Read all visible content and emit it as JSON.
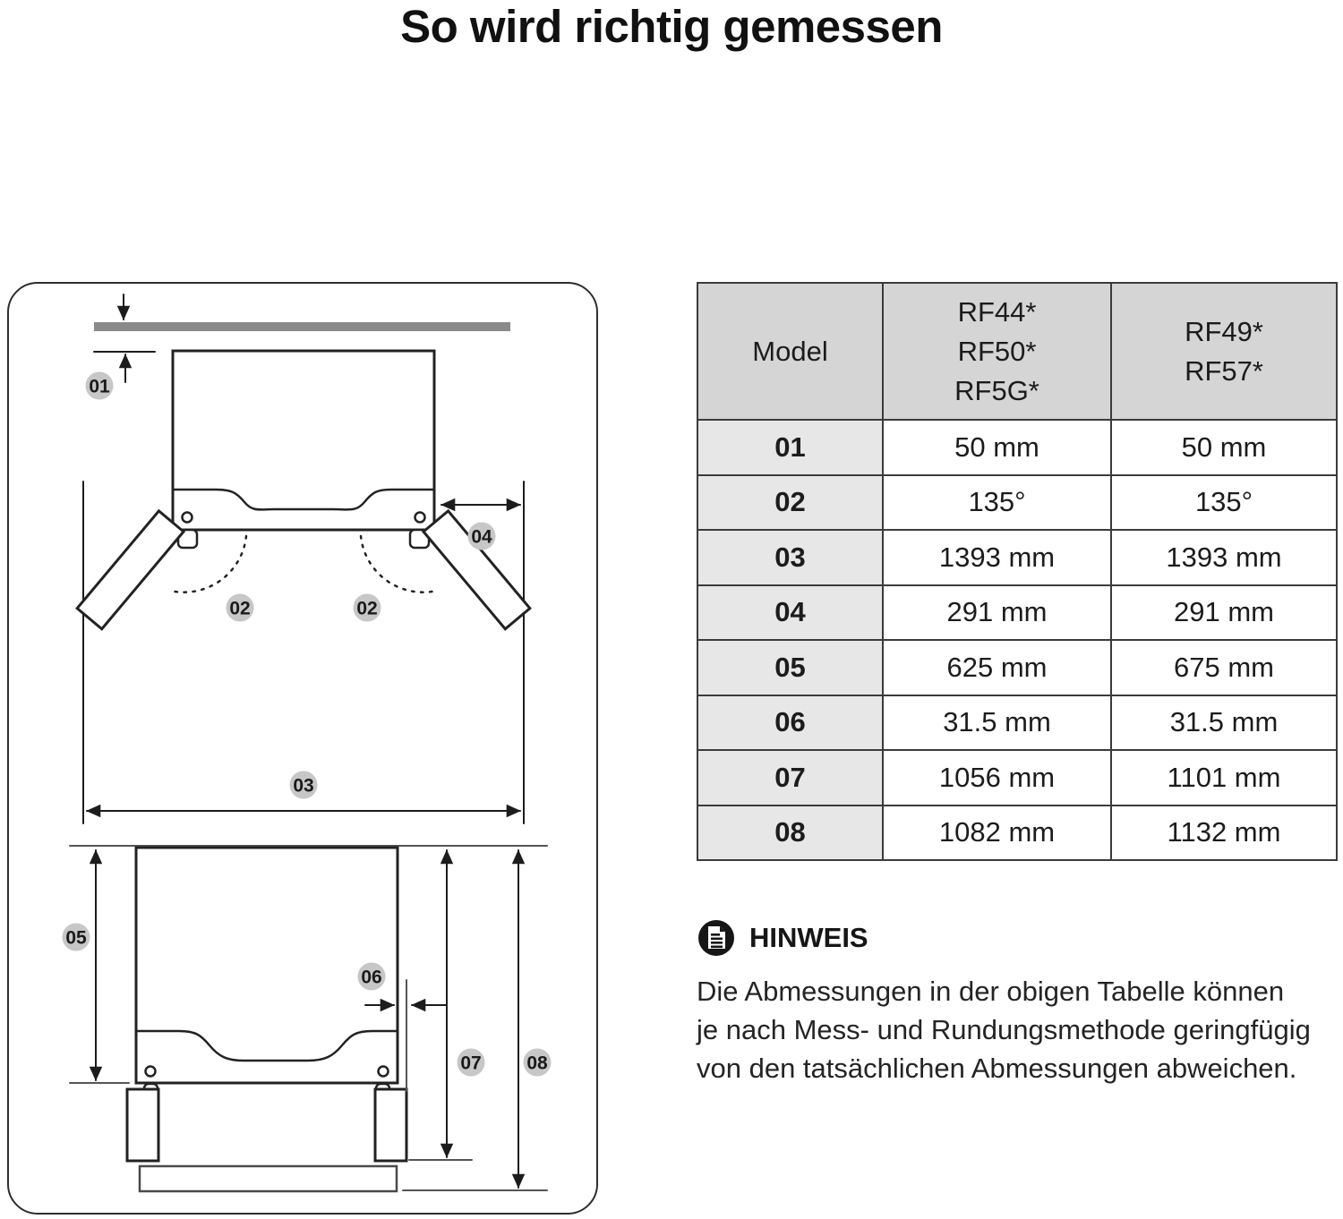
{
  "title": "So wird richtig gemessen",
  "table": {
    "model_header": "Model",
    "col1_models": [
      "RF44*",
      "RF50*",
      "RF5G*"
    ],
    "col2_models": [
      "RF49*",
      "RF57*"
    ],
    "rows": [
      {
        "id": "01",
        "col1": "50 mm",
        "col2": "50 mm"
      },
      {
        "id": "02",
        "col1": "135°",
        "col2": "135°"
      },
      {
        "id": "03",
        "col1": "1393 mm",
        "col2": "1393 mm"
      },
      {
        "id": "04",
        "col1": "291 mm",
        "col2": "291 mm"
      },
      {
        "id": "05",
        "col1": "625 mm",
        "col2": "675 mm"
      },
      {
        "id": "06",
        "col1": "31.5 mm",
        "col2": "31.5 mm"
      },
      {
        "id": "07",
        "col1": "1056 mm",
        "col2": "1101 mm"
      },
      {
        "id": "08",
        "col1": "1082 mm",
        "col2": "1132 mm"
      }
    ]
  },
  "diagram": {
    "badges": {
      "b01": "01",
      "b02": "02",
      "b03": "03",
      "b04": "04",
      "b05": "05",
      "b06": "06",
      "b07": "07",
      "b08": "08"
    }
  },
  "note": {
    "heading": "HINWEIS",
    "lines": [
      "Die Abmessungen in der obigen Tabelle können",
      "je nach Mess- und Rundungsmethode geringfügig",
      "von den tatsächlichen Abmessungen abweichen."
    ]
  },
  "colors": {
    "badge_fill": "#c7c7c7",
    "header_bg": "#d5d5d5",
    "row_label_bg": "#e7e7e7",
    "wall_bar": "#8a8a8a",
    "line": "#1c1c1c"
  }
}
